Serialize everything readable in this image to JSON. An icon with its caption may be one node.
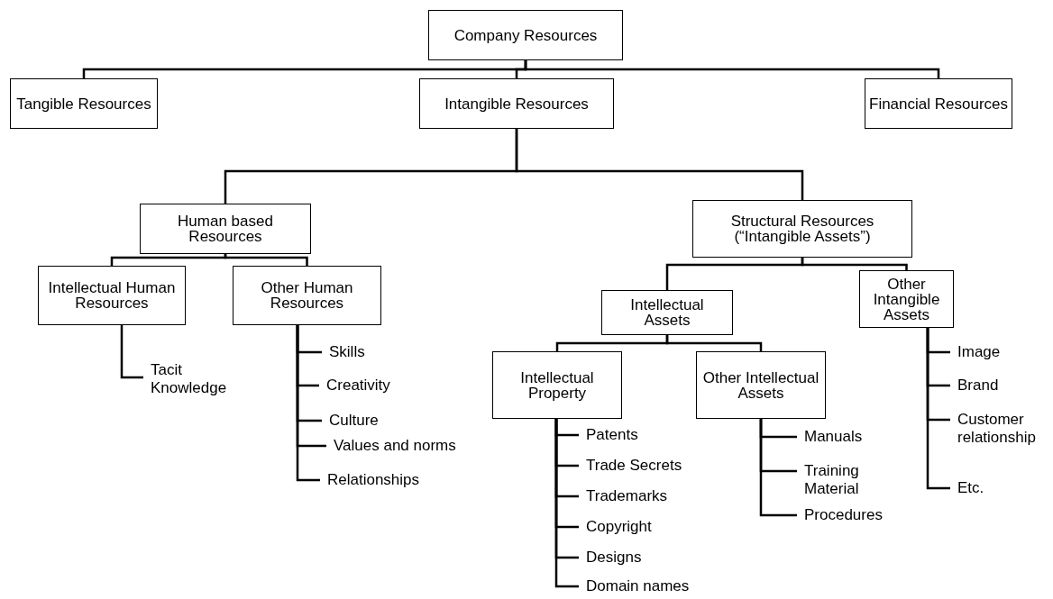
{
  "diagram": {
    "nodes": [
      {
        "text": [
          "Company Resources"
        ]
      },
      {
        "text": [
          "Tangible Resources"
        ]
      },
      {
        "text": [
          "Intangible Resources"
        ]
      },
      {
        "text": [
          "Financial Resources"
        ]
      },
      {
        "text": [
          "Human based Resources"
        ]
      },
      {
        "text": [
          "Structural Resources (“Intangible Assets”)"
        ]
      },
      {
        "text": [
          "Intellectual Human Resources"
        ]
      },
      {
        "text": [
          "Other Human Resources"
        ]
      },
      {
        "text": [
          "Tacit Knowledge"
        ]
      },
      {
        "text": [
          "Skills"
        ]
      },
      {
        "text": [
          "Creativity"
        ]
      },
      {
        "text": [
          "Culture"
        ]
      },
      {
        "text": [
          "Values and norms"
        ]
      },
      {
        "text": [
          "Relationships"
        ]
      },
      {
        "text": [
          "Intellectual Assets"
        ]
      },
      {
        "text": [
          "Other Intangible Assets"
        ]
      },
      {
        "text": [
          "Intellectual Property"
        ]
      },
      {
        "text": [
          "Other Intellectual Assets"
        ]
      },
      {
        "text": [
          "Patents"
        ]
      },
      {
        "text": [
          "Trade Secrets"
        ]
      },
      {
        "text": [
          "Trademarks"
        ]
      },
      {
        "text": [
          "Copyright"
        ]
      },
      {
        "text": [
          "Designs"
        ]
      },
      {
        "text": [
          "Domain names"
        ]
      },
      {
        "text": [
          "Manuals"
        ]
      },
      {
        "text": [
          "Training Material"
        ]
      },
      {
        "text": [
          "Procedures"
        ]
      },
      {
        "text": [
          "Image"
        ]
      },
      {
        "text": [
          "Brand"
        ]
      },
      {
        "text": [
          "Customer relationship"
        ]
      },
      {
        "text": [
          "Etc."
        ]
      }
    ],
    "edges": [
      {
        "from": 0,
        "to": 1,
        "arrow": "none"
      },
      {
        "from": 0,
        "to": 2,
        "arrow": "none"
      },
      {
        "from": 0,
        "to": 3,
        "arrow": "none"
      },
      {
        "from": 2,
        "to": 4,
        "arrow": "none"
      },
      {
        "from": 2,
        "to": 5,
        "arrow": "none"
      },
      {
        "from": 4,
        "to": 6,
        "arrow": "none"
      },
      {
        "from": 4,
        "to": 7,
        "arrow": "none"
      },
      {
        "from": 6,
        "to": 8,
        "arrow": "none"
      },
      {
        "from": 7,
        "to": 9,
        "arrow": "none"
      },
      {
        "from": 7,
        "to": 10,
        "arrow": "none"
      },
      {
        "from": 7,
        "to": 11,
        "arrow": "none"
      },
      {
        "from": 7,
        "to": 12,
        "arrow": "none"
      },
      {
        "from": 7,
        "to": 13,
        "arrow": "none"
      },
      {
        "from": 5,
        "to": 14,
        "arrow": "none"
      },
      {
        "from": 5,
        "to": 15,
        "arrow": "none"
      },
      {
        "from": 14,
        "to": 16,
        "arrow": "none"
      },
      {
        "from": 14,
        "to": 17,
        "arrow": "none"
      },
      {
        "from": 16,
        "to": 18,
        "arrow": "none"
      },
      {
        "from": 16,
        "to": 19,
        "arrow": "none"
      },
      {
        "from": 16,
        "to": 20,
        "arrow": "none"
      },
      {
        "from": 16,
        "to": 21,
        "arrow": "none"
      },
      {
        "from": 16,
        "to": 22,
        "arrow": "none"
      },
      {
        "from": 16,
        "to": 23,
        "arrow": "none"
      },
      {
        "from": 17,
        "to": 24,
        "arrow": "none"
      },
      {
        "from": 17,
        "to": 25,
        "arrow": "none"
      },
      {
        "from": 17,
        "to": 26,
        "arrow": "none"
      },
      {
        "from": 15,
        "to": 27,
        "arrow": "none"
      },
      {
        "from": 15,
        "to": 28,
        "arrow": "none"
      },
      {
        "from": 15,
        "to": 29,
        "arrow": "none"
      },
      {
        "from": 15,
        "to": 30,
        "arrow": "none"
      }
    ]
  }
}
